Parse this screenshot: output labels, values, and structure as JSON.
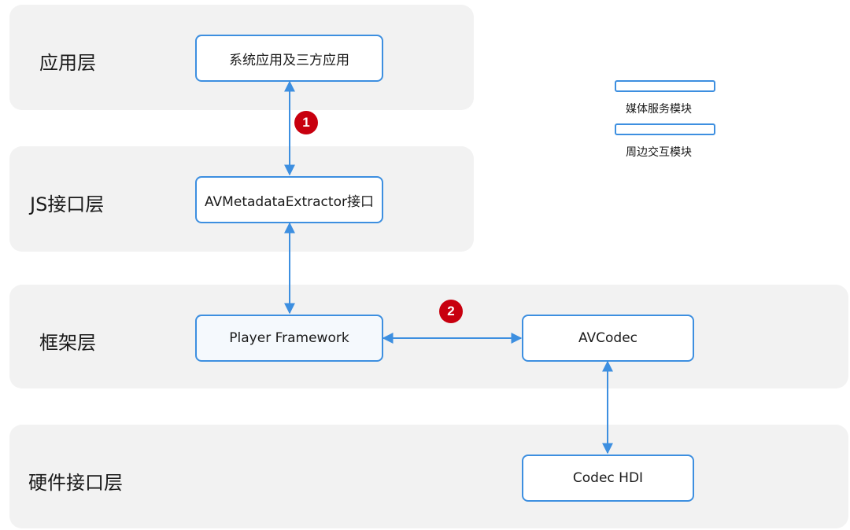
{
  "layers": {
    "application": "应用层",
    "js_interface": "JS接口层",
    "framework": "框架层",
    "hardware_interface": "硬件接口层"
  },
  "boxes": {
    "system_apps": "系统应用及三方应用",
    "avmetadata_extractor": "AVMetadataExtractor接口",
    "player_framework": "Player Framework",
    "avcodec": "AVCodec",
    "codec_hdi": "Codec HDI"
  },
  "legend": {
    "media_service": "媒体服务模块",
    "peripheral": "周边交互模块"
  },
  "badges": {
    "one": "1",
    "two": "2"
  },
  "colors": {
    "accent": "#3d8fe0",
    "badge": "#c8000f",
    "layer_bg": "#f2f2f2"
  }
}
